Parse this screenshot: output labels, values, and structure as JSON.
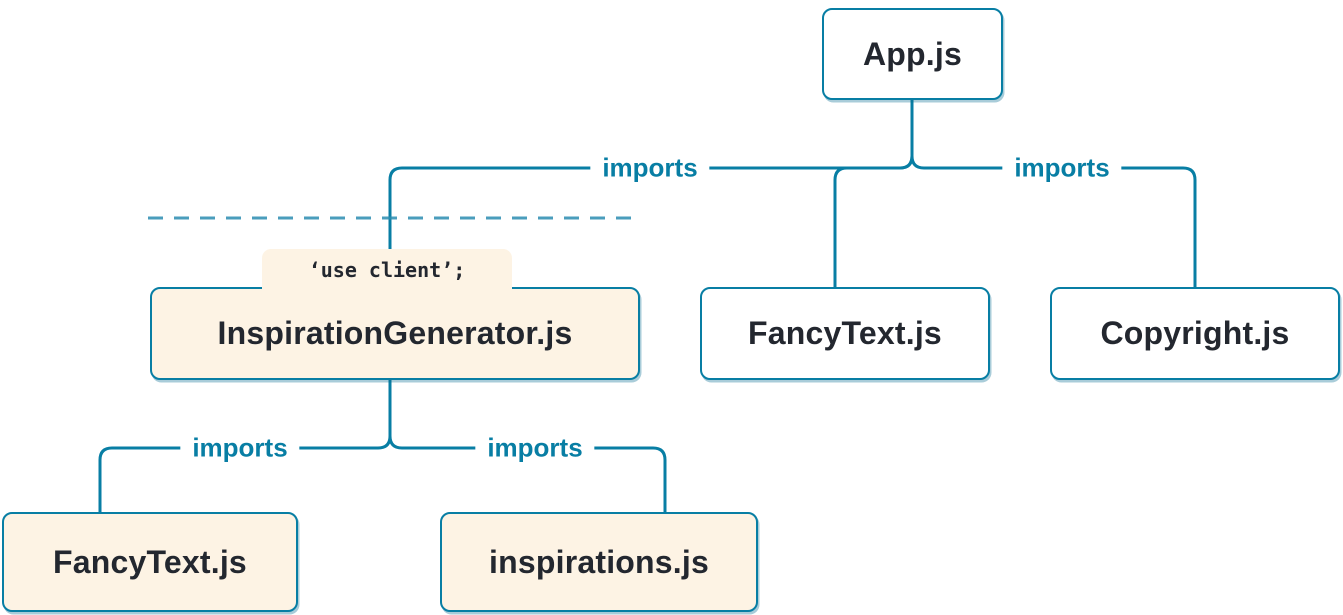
{
  "diagram": {
    "title": "module dependency tree",
    "colors": {
      "line": "#087ea4",
      "box_border": "#087ea4",
      "client_fill": "#fdf3e4",
      "server_fill": "#ffffff",
      "node_text": "#23272f",
      "edge_label_text": "#087ea4"
    },
    "nodes": {
      "app": {
        "label": "App.js",
        "kind": "server"
      },
      "inspiration_generator": {
        "label": "InspirationGenerator.js",
        "kind": "client",
        "directive": "‘use client’;"
      },
      "fancy_text_top": {
        "label": "FancyText.js",
        "kind": "server"
      },
      "copyright": {
        "label": "Copyright.js",
        "kind": "server"
      },
      "fancy_text_bottom": {
        "label": "FancyText.js",
        "kind": "client"
      },
      "inspirations": {
        "label": "inspirations.js",
        "kind": "client"
      }
    },
    "edge_labels": {
      "app_to_inspiration_generator": "imports",
      "app_to_copyright": "imports",
      "generator_to_fancy_text": "imports",
      "generator_to_inspirations": "imports"
    }
  }
}
